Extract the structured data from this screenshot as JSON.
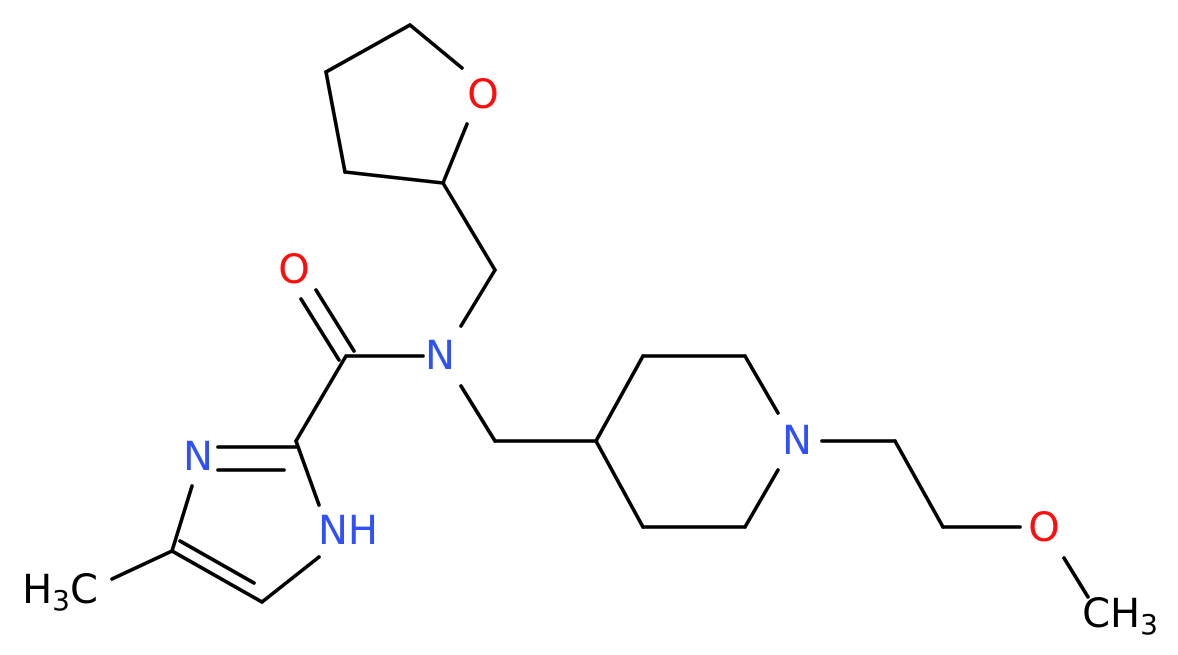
{
  "colors": {
    "bond": "#000000",
    "nitrogen": "#3050F8",
    "oxygen": "#FF0D0D",
    "carbon": "#000000"
  },
  "atoms": {
    "o_ring": "O",
    "o_carbonyl": "O",
    "n_amide": "N",
    "n_imidazole": "N",
    "nh_imidazole": "NH",
    "n_piperidine": "N",
    "o_ether": "O",
    "methyl_left": {
      "main": "H",
      "sub": "3",
      "tail": "C"
    },
    "methyl_right": {
      "main": "CH",
      "sub": "3"
    }
  }
}
